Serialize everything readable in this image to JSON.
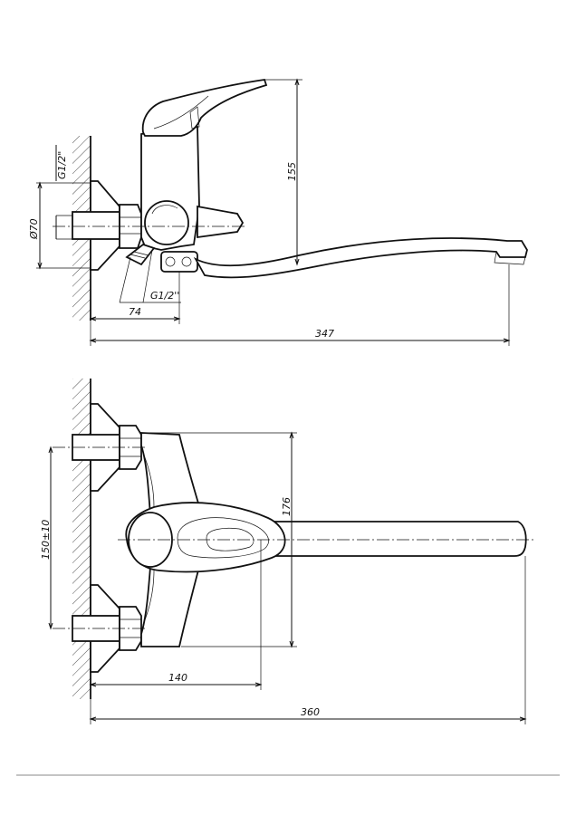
{
  "side_view": {
    "dims": {
      "thread_top": "G1/2\"",
      "diameter": "Ø70",
      "thread_bottom": "G1/2''",
      "offset": "74",
      "height": "155",
      "length": "347"
    }
  },
  "top_view": {
    "dims": {
      "spacing": "150±10",
      "depth": "176",
      "center": "140",
      "length": "360"
    }
  }
}
